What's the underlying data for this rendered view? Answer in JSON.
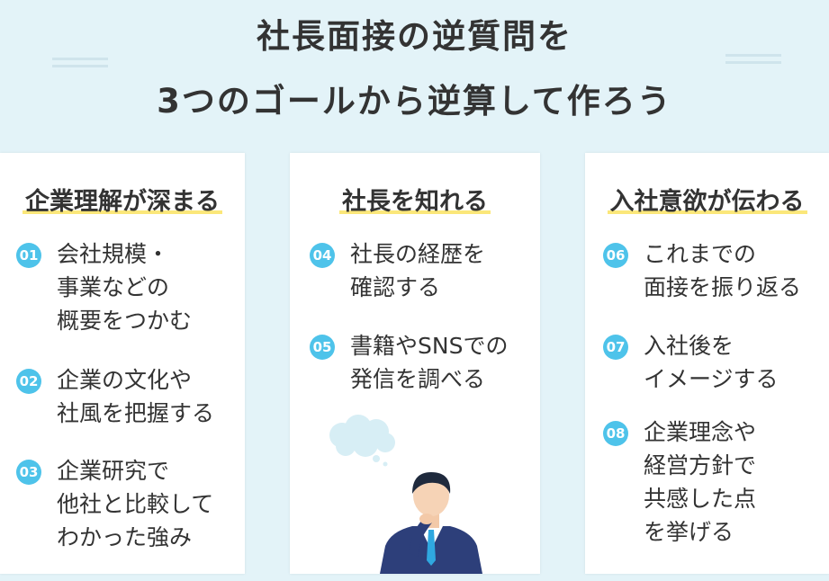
{
  "header": {
    "line1": "社長面接の逆質問を",
    "line2": "3つのゴールから逆算して作ろう"
  },
  "colors": {
    "background": "#e3f3f8",
    "accent": "#4ec3ea",
    "highlight": "#fbe77a",
    "suit": "#2d3f7a",
    "tie": "#2fa8e0"
  },
  "columns": [
    {
      "title": "企業理解が深まる",
      "items": [
        {
          "num": "01",
          "text": "会社規模・\n事業などの\n概要をつかむ"
        },
        {
          "num": "02",
          "text": "企業の文化や\n社風を把握する"
        },
        {
          "num": "03",
          "text": "企業研究で\n他社と比較して\nわかった強み"
        }
      ]
    },
    {
      "title": "社長を知れる",
      "items": [
        {
          "num": "04",
          "text": "社長の経歴を\n確認する"
        },
        {
          "num": "05",
          "text": "書籍やSNSでの\n発信を調べる"
        }
      ],
      "illustration": [
        "thought-cloud-icon",
        "thinking-businessman-icon"
      ]
    },
    {
      "title": "入社意欲が伝わる",
      "items": [
        {
          "num": "06",
          "text": "これまでの\n面接を振り返る"
        },
        {
          "num": "07",
          "text": "入社後を\nイメージする"
        },
        {
          "num": "08",
          "text": "企業理念や\n経営方針で\n共感した点\nを挙げる"
        }
      ]
    }
  ]
}
